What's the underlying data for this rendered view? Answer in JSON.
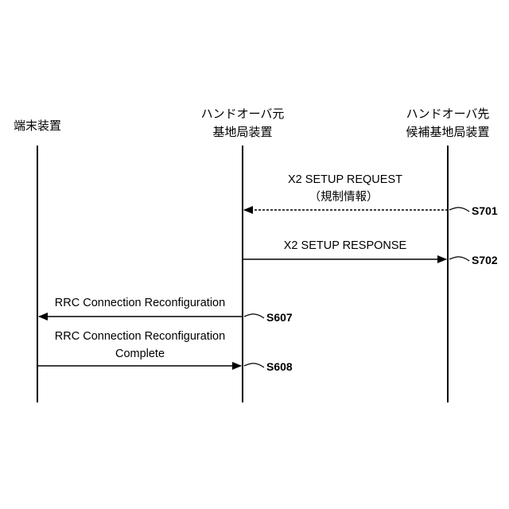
{
  "entities": {
    "terminal": {
      "lines": [
        "端末装置"
      ]
    },
    "source_bs": {
      "lines": [
        "ハンドオーバ元",
        "基地局装置"
      ]
    },
    "target_bs": {
      "lines": [
        "ハンドオーバ先",
        "候補基地局装置"
      ]
    }
  },
  "messages": {
    "s701": {
      "lines": [
        "X2 SETUP REQUEST",
        "（規制情報）"
      ],
      "step": "S701"
    },
    "s702": {
      "lines": [
        "X2 SETUP RESPONSE"
      ],
      "step": "S702"
    },
    "s607": {
      "lines": [
        "RRC Connection Reconfiguration"
      ],
      "step": "S607"
    },
    "s608": {
      "lines": [
        "RRC Connection Reconfiguration",
        "Complete"
      ],
      "step": "S608"
    }
  }
}
